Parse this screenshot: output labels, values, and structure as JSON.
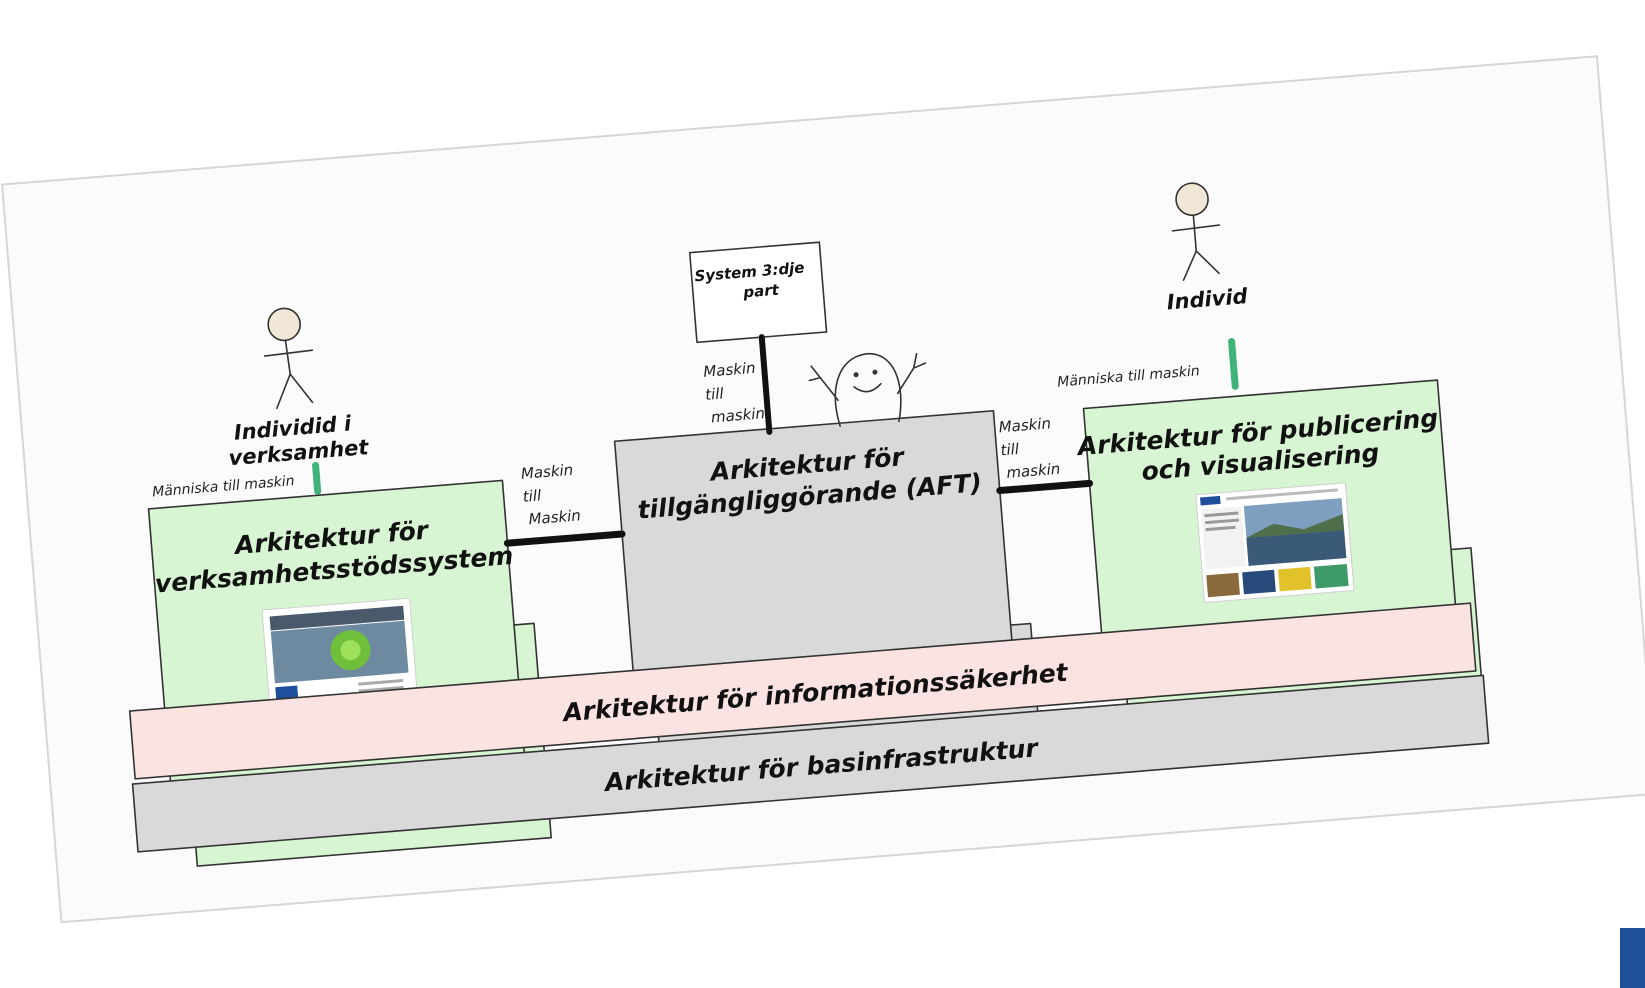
{
  "colors": {
    "paper": "#fbfbfb",
    "green_box": "#d7f5d2",
    "grey_box": "#d9d9d9",
    "pink_band": "#fbe3e1",
    "green_link": "#3fb37a",
    "line": "#111111",
    "face": "#f1e7d6",
    "corner_badge": "#1e4f9a"
  },
  "actors": {
    "left_individual": {
      "label_line1": "Individid i",
      "label_line2": "verksamhet"
    },
    "right_individual": {
      "label": "Individ"
    }
  },
  "system3": {
    "label_line1": "System 3:dje",
    "label_line2": "part"
  },
  "connectors": {
    "human_machine_left": "Människa till maskin",
    "human_machine_right": "Människa till maskin",
    "machine_top": {
      "line1": "Maskin",
      "line2": "till",
      "line3": "maskin"
    },
    "machine_left": {
      "line1": "Maskin",
      "line2": "till",
      "line3": "Maskin"
    },
    "machine_right": {
      "line1": "Maskin",
      "line2": "till",
      "line3": "maskin"
    }
  },
  "boxes": {
    "left": {
      "line1": "Arkitektur för",
      "line2": "verksamhetsstödssystem"
    },
    "center": {
      "line1": "Arkitektur för",
      "line2": "tillgängliggörande (AFT)"
    },
    "right": {
      "line1": "Arkitektur för publicering",
      "line2": "och visualisering"
    }
  },
  "bands": {
    "security": "Arkitektur för informationssäkerhet",
    "infrastructure": "Arkitektur för basinfrastruktur"
  }
}
